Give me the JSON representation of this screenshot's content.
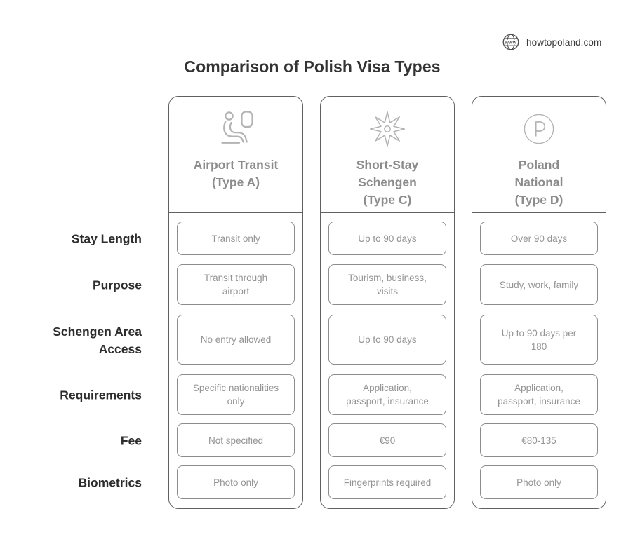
{
  "logo": {
    "text": "howtopoland.com",
    "icon": "globe-www-icon"
  },
  "title": "Comparison of Polish Visa Types",
  "row_labels": [
    {
      "id": "stay-length",
      "lines": [
        "Stay Length"
      ]
    },
    {
      "id": "purpose",
      "lines": [
        "Purpose"
      ]
    },
    {
      "id": "schengen-area-access",
      "lines": [
        "Schengen Area",
        "Access"
      ]
    },
    {
      "id": "requirements",
      "lines": [
        "Requirements"
      ]
    },
    {
      "id": "fee",
      "lines": [
        "Fee"
      ]
    },
    {
      "id": "biometrics",
      "lines": [
        "Biometrics"
      ]
    }
  ],
  "columns": [
    {
      "id": "type-a",
      "icon": "airplane-seat-icon",
      "name_lines": [
        "Airport Transit",
        "(Type A)"
      ],
      "cells": [
        [
          "Transit only"
        ],
        [
          "Transit through",
          "airport"
        ],
        [
          "No entry allowed"
        ],
        [
          "Specific nationalities",
          "only"
        ],
        [
          "Not specified"
        ],
        [
          "Photo only"
        ]
      ]
    },
    {
      "id": "type-c",
      "icon": "eight-point-star-icon",
      "name_lines": [
        "Short-Stay",
        "Schengen",
        "(Type C)"
      ],
      "cells": [
        [
          "Up to 90 days"
        ],
        [
          "Tourism, business,",
          "visits"
        ],
        [
          "Up to 90 days"
        ],
        [
          "Application,",
          "passport, insurance"
        ],
        [
          "€90"
        ],
        [
          "Fingerprints required"
        ]
      ]
    },
    {
      "id": "type-d",
      "icon": "p-circle-icon",
      "name_lines": [
        "Poland",
        "National",
        "(Type D)"
      ],
      "cells": [
        [
          "Over 90 days"
        ],
        [
          "Study, work, family"
        ],
        [
          "Up to 90 days per",
          "180"
        ],
        [
          "Application,",
          "passport, insurance"
        ],
        [
          "€80-135"
        ],
        [
          "Photo only"
        ]
      ]
    }
  ],
  "colors": {
    "background": "#ffffff",
    "title_text": "#333333",
    "row_label_text": "#2d2d2d",
    "column_border": "#606060",
    "column_header_text": "#8c8c8c",
    "cell_border": "#8c8c8c",
    "cell_text": "#949494",
    "icon_stroke": "#b3b3b3",
    "logo_text": "#3a3a3a"
  }
}
